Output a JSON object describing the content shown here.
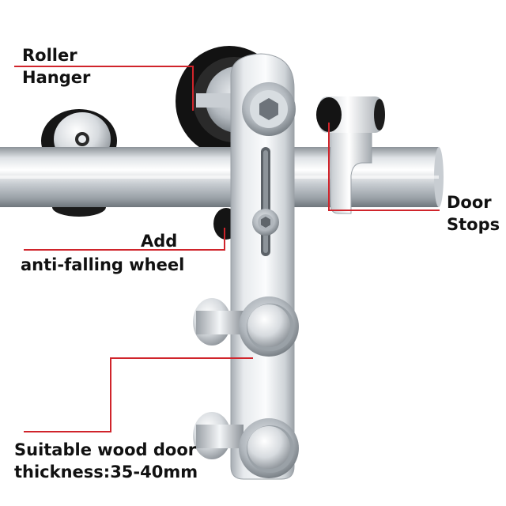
{
  "labels": {
    "roller_hanger": [
      "Roller",
      "Hanger"
    ],
    "door_stops": [
      "Door",
      "Stops"
    ],
    "anti_falling": [
      "Add",
      "anti-falling wheel"
    ],
    "door_thickness": [
      "Suitable wood door",
      "thickness:35-40mm"
    ]
  },
  "colors": {
    "callout_line": "#d0242b",
    "label_text": "#111111",
    "metal_light": "#f2f4f6",
    "metal_mid": "#c4c9ce",
    "metal_dark": "#7f868d",
    "rubber": "#151515",
    "background": "#ffffff"
  }
}
